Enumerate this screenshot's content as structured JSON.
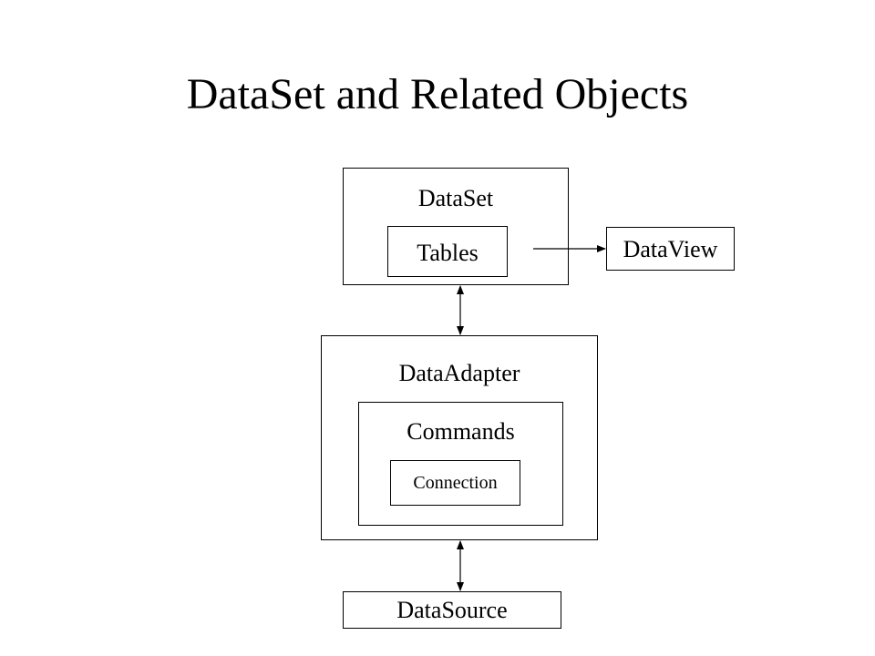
{
  "title": "DataSet and Related Objects",
  "nodes": {
    "dataset": "DataSet",
    "tables": "Tables",
    "dataview": "DataView",
    "dataadapter": "DataAdapter",
    "commands": "Commands",
    "connection": "Connection",
    "datasource": "DataSource"
  },
  "edges": [
    {
      "from": "Tables",
      "to": "DataView",
      "direction": "forward"
    },
    {
      "from": "DataSet",
      "to": "DataAdapter",
      "direction": "both"
    },
    {
      "from": "DataAdapter",
      "to": "DataSource",
      "direction": "both"
    }
  ]
}
